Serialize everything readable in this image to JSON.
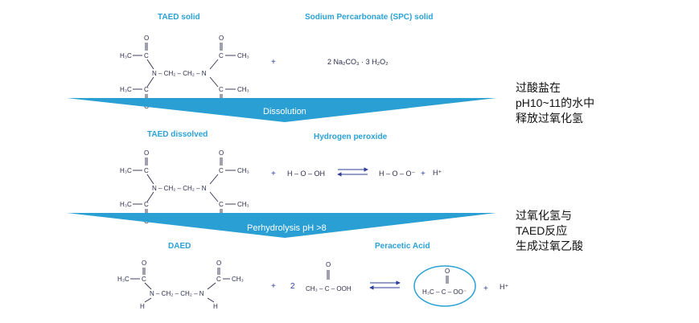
{
  "stage1": {
    "taed_solid": "TAED solid",
    "spc_solid": "Sodium Percarbonate (SPC) solid",
    "spc_formula": "2 Na₂CO₃ · 3 H₂O₂",
    "plus": "+"
  },
  "ribbons": {
    "dissolution": "Dissolution",
    "perhydrolysis": "Perhydrolysis pH >8"
  },
  "stage2": {
    "taed_dissolved": "TAED dissolved",
    "hydrogen_peroxide": "Hydrogen peroxide",
    "h2o2": "H – O – OH",
    "perhydroxyl": "H – O – O⁻",
    "proton": "H⁺",
    "plus": "+"
  },
  "stage3": {
    "daed": "DAED",
    "peracetic_acid": "Peracetic Acid",
    "coefficient": "2",
    "peracid_formula": "CH₃ – C – OOH",
    "peracetate_formula": "H₃C – C – OO⁻",
    "proton": "H⁺",
    "plus": "+"
  },
  "chem_labels": {
    "O": "O",
    "H3C": "H₃C",
    "C": "C",
    "N": "N",
    "H": "H",
    "CH3": "CH₃",
    "CH2": "CH₂",
    "bridge": "N – CH₂ – CH₂ – N"
  },
  "side_notes": {
    "note1": [
      "过酸盐在",
      "pH10~11的水中",
      "释放过氧化氢"
    ],
    "note2": [
      "过氧化氢与",
      "TAED反应",
      "生成过氧乙酸"
    ]
  },
  "colors": {
    "ribbon": "#2a9fd3",
    "header": "#2aa2d6",
    "arrow": "#2d3f9a",
    "highlight_circle": "#2aa2d6"
  }
}
